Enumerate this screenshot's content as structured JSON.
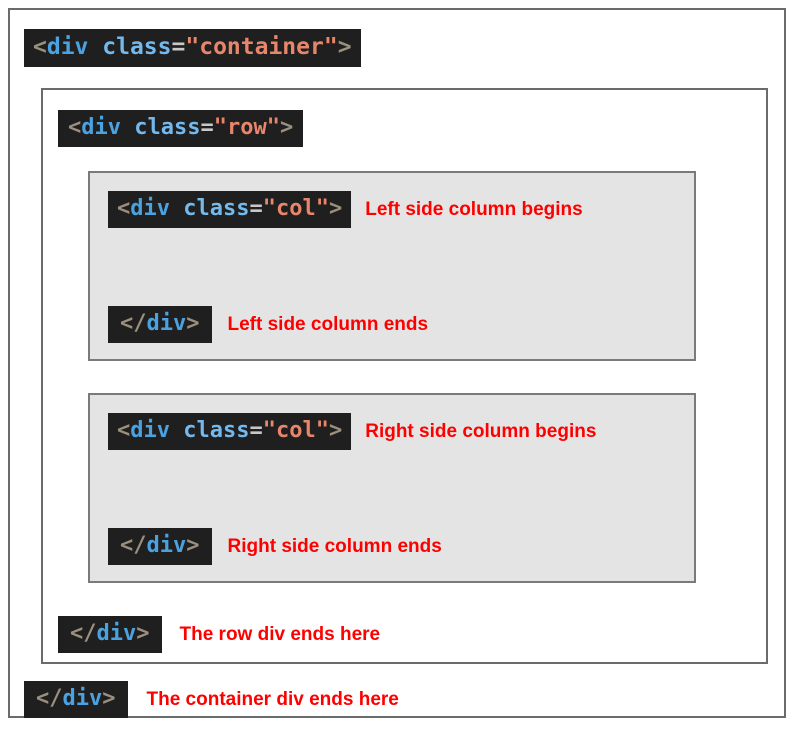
{
  "colors": {
    "page_background": "#ffffff",
    "frame_border": "#6b6b6b",
    "row_border": "#6b6b6b",
    "col_border": "#7a7a7a",
    "col_background": "#e4e4e4",
    "code_background": "#1f1f1f",
    "code_punct": "#9b8f7e",
    "code_tag": "#4aa3e0",
    "code_attr": "#74b9ed",
    "code_string": "#e8866b",
    "annotation_red": "#ff0000"
  },
  "container": {
    "open_tag": {
      "lt": "<",
      "tag": "div",
      "space": " ",
      "attr": "class",
      "eq": "=",
      "value": "\"container\"",
      "gt": ">"
    },
    "close_tag": {
      "lt": "</",
      "tag": "div",
      "gt": ">"
    },
    "close_note": "The container div ends here"
  },
  "row": {
    "open_tag": {
      "lt": "<",
      "tag": "div",
      "space": " ",
      "attr": "class",
      "eq": "=",
      "value": "\"row\"",
      "gt": ">"
    },
    "close_tag": {
      "lt": "</",
      "tag": "div",
      "gt": ">"
    },
    "close_note": "The row div ends here"
  },
  "columns": [
    {
      "side": "left",
      "open_tag": {
        "lt": "<",
        "tag": "div",
        "space": " ",
        "attr": "class",
        "eq": "=",
        "value": "\"col\"",
        "gt": ">"
      },
      "open_note": "Left side column begins",
      "close_tag": {
        "lt": "</",
        "tag": "div",
        "gt": ">"
      },
      "close_note": "Left side column ends"
    },
    {
      "side": "right",
      "open_tag": {
        "lt": "<",
        "tag": "div",
        "space": " ",
        "attr": "class",
        "eq": "=",
        "value": "\"col\"",
        "gt": ">"
      },
      "open_note": "Right side column begins",
      "close_tag": {
        "lt": "</",
        "tag": "div",
        "gt": ">"
      },
      "close_note": "Right side column ends"
    }
  ]
}
